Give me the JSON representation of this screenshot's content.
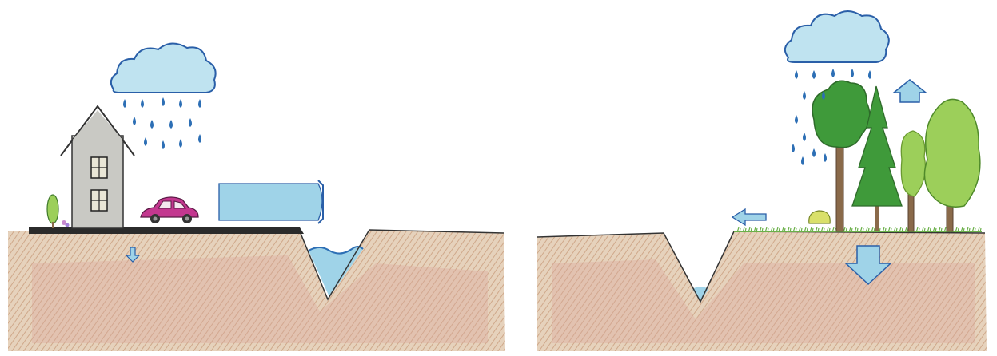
{
  "colors": {
    "soil": "#e6d2bc",
    "soil_hatch": "#cfa88a",
    "soil_red": "#d9a79a",
    "pavement": "#2b2b2b",
    "water": "#9fd3e8",
    "water_dark": "#2d6fb5",
    "cloud": "#bfe3f0",
    "cloud_outline": "#2a5fa8",
    "raindrop": "#2d6fb5",
    "house": "#c9c9c4",
    "car": "#c3378f",
    "tree_light": "#9ccf5a",
    "tree_dark": "#3f9a3a",
    "trunk": "#8a6a4a",
    "grass": "#6bb04a"
  },
  "panels": [
    {
      "id": "urban",
      "icons": [
        "cloud-icon",
        "raindrop-icon",
        "house-icon",
        "car-icon",
        "shrub-icon",
        "runoff-arrow-icon",
        "infiltration-arrow-icon",
        "ditch-water"
      ]
    },
    {
      "id": "natural",
      "icons": [
        "cloud-icon",
        "raindrop-icon",
        "tree-icon",
        "conifer-icon",
        "evaporation-arrow-icon",
        "runoff-arrow-icon",
        "infiltration-arrow-icon",
        "ditch-water"
      ]
    }
  ],
  "relative_magnitudes": {
    "urban": {
      "runoff": "large",
      "infiltration": "small",
      "evaporation": "none"
    },
    "natural": {
      "runoff": "small",
      "infiltration": "large",
      "evaporation": "small"
    }
  }
}
